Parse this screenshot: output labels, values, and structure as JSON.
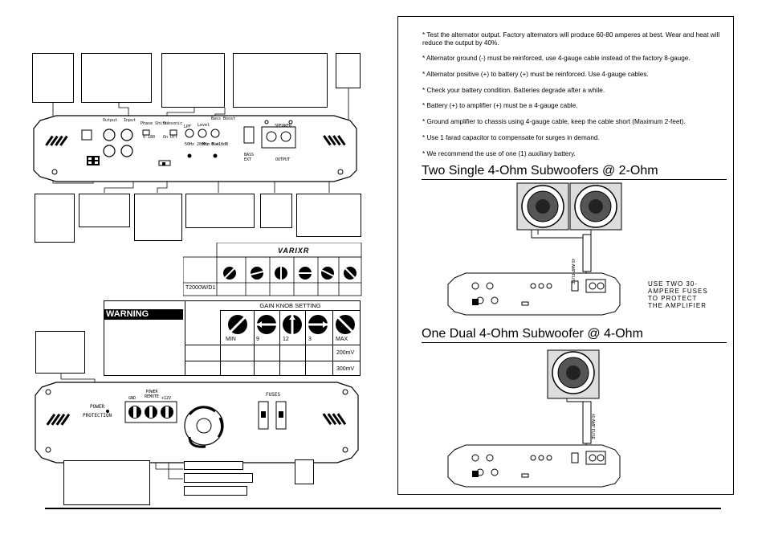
{
  "right_panel": {
    "notes": [
      "* Test the alternator output. Factory alternators will produce 60-80 amperes at best. Wear and heat will reduce the output by 40%.",
      "* Alternator ground (-) must be reinforced, use 4-gauge cable instead of the factory 8-gauge.",
      "* Alternator positive (+) to battery (+) must be reinforced. Use 4-gauge cables.",
      "* Check your battery condition. Batteries degrade after a while.",
      "* Battery (+) to amplifier (+) must be a 4-gauge cable.",
      "* Ground amplifier to chassis using 4-gauge cable, keep the cable short (Maximum 2-feet).",
      "* Use 1 farad capacitor to compensate for surges in demand.",
      "* We recommend the use of one (1) auxiliary battery."
    ],
    "heading1": "Two Single 4-Ohm Subwoofers @ 2-Ohm",
    "heading2": "One Dual 4-Ohm Subwoofer @ 4-Ohm",
    "fuse_label": "40 AMP FUSE",
    "fuse_label2": "40 AMP FUSE",
    "fuse_note": "USE TWO 30-AMPERE FUSES TO PROTECT THE AMPLIFIER"
  },
  "top_amp": {
    "labels": {
      "output": "Output",
      "input": "Input",
      "phase": "Phase Shift",
      "subsonic": "Subsonic",
      "lpf": "LPF",
      "level": "Level",
      "bass_boost": "Bass Boost",
      "speaker": "SPEAKER",
      "phase_vals": "0  180",
      "sub_vals": "On  Off",
      "lpf_vals": "50Hz  200Hz",
      "level_vals": "Min  Max",
      "boost_vals": "0  +18dB",
      "bass_ext": "BASS EXT",
      "output_bottom": "OUTPUT"
    }
  },
  "gain_table": {
    "brand": "VARIXR",
    "model": "T2000W/D1"
  },
  "warning": {
    "title": "WARNING",
    "header": "GAIN KNOB SETTING",
    "cols": [
      "MIN",
      "9",
      "12",
      "3",
      "MAX"
    ],
    "rows": [
      "200mV",
      "300mV"
    ]
  },
  "bottom_amp": {
    "power": "POWER",
    "protection": "PROTECTION",
    "gnd": "GND",
    "remote": "POWER REMOTE",
    "v12": "+12V",
    "fuses": "FUSES"
  }
}
